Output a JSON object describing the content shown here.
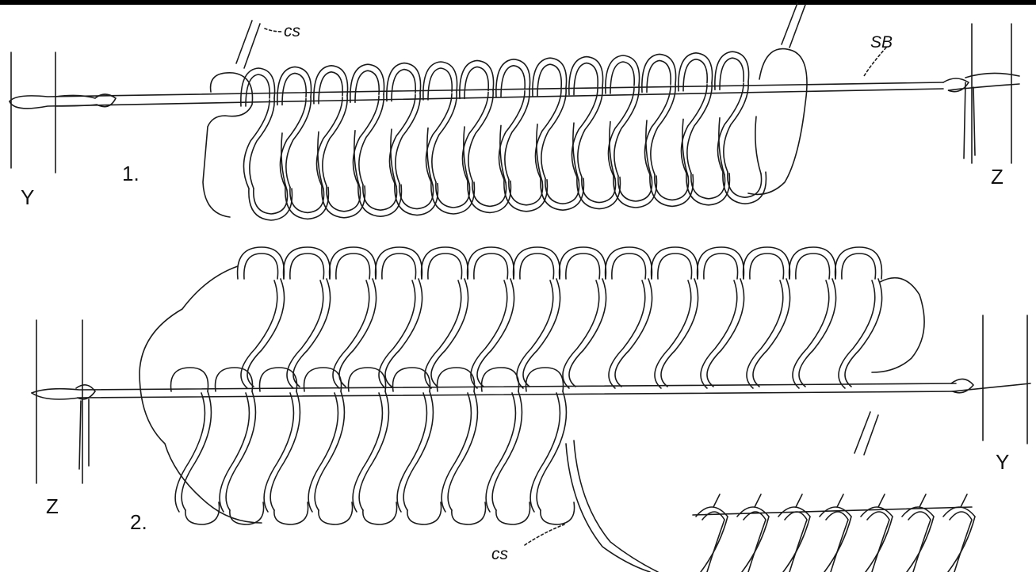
{
  "figure": {
    "top_bar_color": "#000000",
    "line_color": "#1a1a1a",
    "background_color": "#ffffff",
    "panel1": {
      "number": "1.",
      "left_post": "Y",
      "right_post": "Z",
      "cord_label": "cs",
      "support_label": "SB"
    },
    "panel2": {
      "number": "2.",
      "left_post": "Z",
      "right_post": "Y",
      "cord_label": "cs"
    }
  }
}
